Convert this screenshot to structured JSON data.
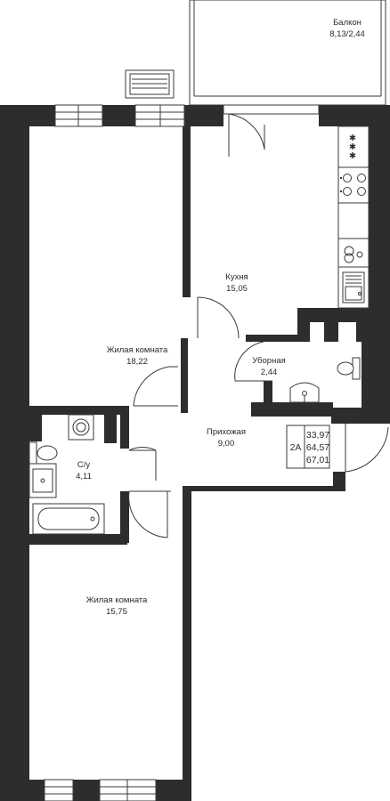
{
  "rooms": {
    "balcony": {
      "name": "Балкон",
      "area": "8,13/2,44"
    },
    "kitchen": {
      "name": "Кухня",
      "area": "15,05"
    },
    "living_room_1": {
      "name": "Жилая комната",
      "area": "18,22"
    },
    "toilet": {
      "name": "Уборная",
      "area": "2,44"
    },
    "hallway": {
      "name": "Прихожая",
      "area": "9,00"
    },
    "bathroom": {
      "name": "С/у",
      "area": "4,11"
    },
    "living_room_2": {
      "name": "Жилая комната",
      "area": "15,75"
    }
  },
  "unit_badge": {
    "type": "2А",
    "areas": [
      "33,97",
      "64,57",
      "67,01"
    ]
  },
  "colors": {
    "wall": "#2d2d2d",
    "line": "#3a3a3a",
    "background": "#ffffff"
  }
}
